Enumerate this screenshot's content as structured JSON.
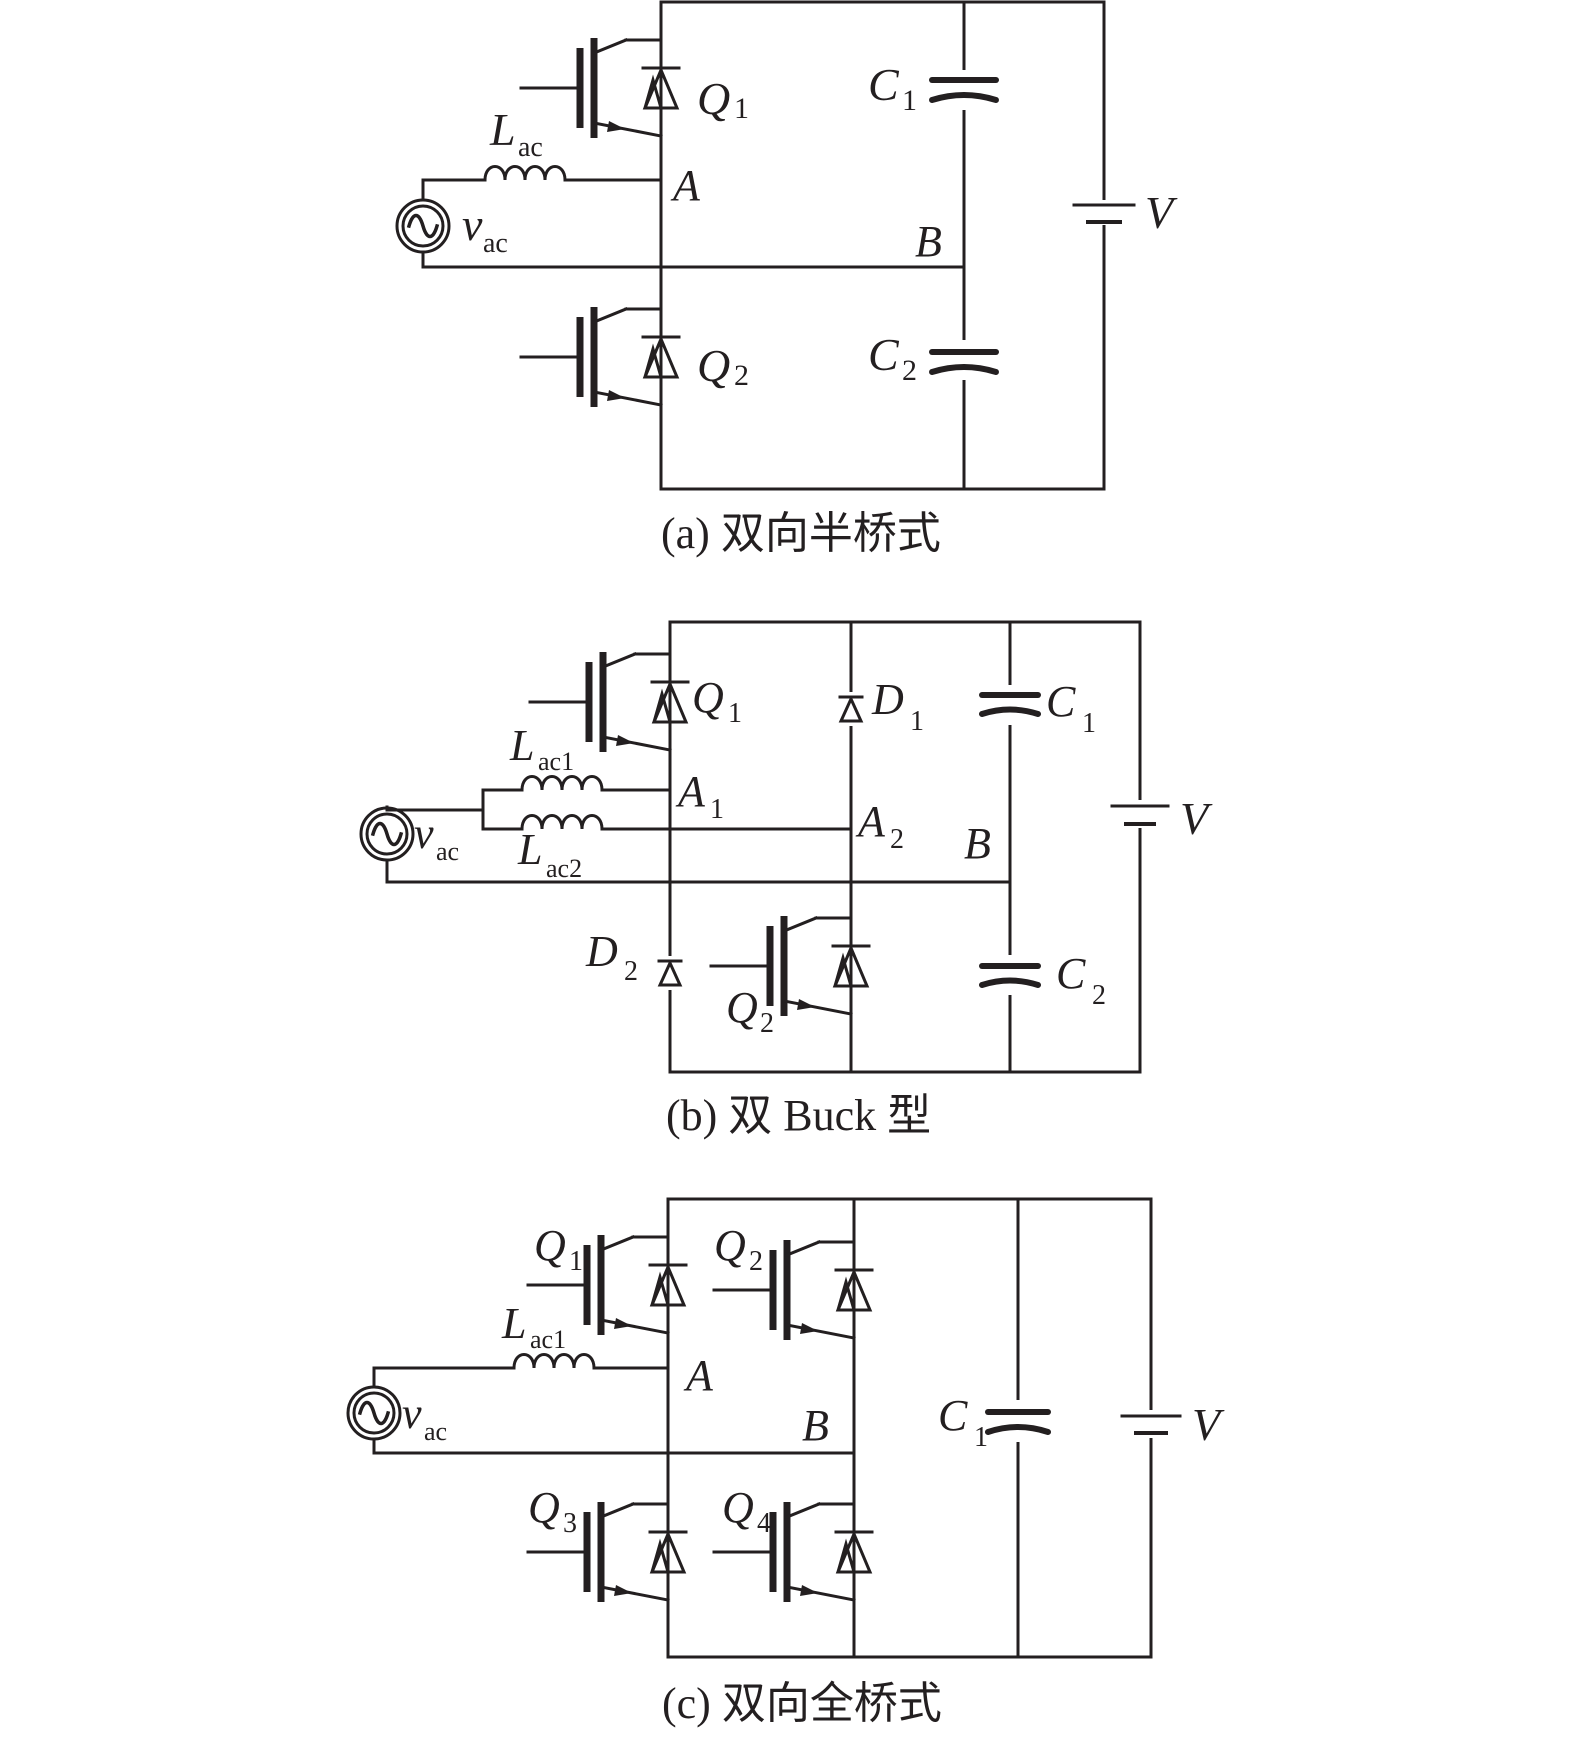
{
  "figure_a": {
    "caption": "(a) 双向半桥式",
    "labels": {
      "q1": "Q",
      "q1_sub": "1",
      "q2": "Q",
      "q2_sub": "2",
      "c1": "C",
      "c1_sub": "1",
      "c2": "C",
      "c2_sub": "2",
      "l": "L",
      "l_sub": "ac",
      "vac": "v",
      "vac_sub": "ac",
      "node_a": "A",
      "node_b": "B",
      "v": "V"
    }
  },
  "figure_b": {
    "caption": "(b) 双 Buck 型",
    "labels": {
      "q1": "Q",
      "q1_sub": "1",
      "q2": "Q",
      "q2_sub": "2",
      "d1": "D",
      "d1_sub": "1",
      "d2": "D",
      "d2_sub": "2",
      "c1": "C",
      "c1_sub": "1",
      "c2": "C",
      "c2_sub": "2",
      "l1": "L",
      "l1_sub": "ac1",
      "l2": "L",
      "l2_sub": "ac2",
      "vac": "v",
      "vac_sub": "ac",
      "node_a1": "A",
      "node_a1_sub": "1",
      "node_a2": "A",
      "node_a2_sub": "2",
      "node_b": "B",
      "v": "V"
    }
  },
  "figure_c": {
    "caption": "(c) 双向全桥式",
    "labels": {
      "q1": "Q",
      "q1_sub": "1",
      "q2": "Q",
      "q2_sub": "2",
      "q3": "Q",
      "q3_sub": "3",
      "q4": "Q",
      "q4_sub": "4",
      "c1": "C",
      "c1_sub": "1",
      "l": "L",
      "l_sub": "ac1",
      "vac": "v",
      "vac_sub": "ac",
      "node_a": "A",
      "node_b": "B",
      "v": "V"
    }
  }
}
